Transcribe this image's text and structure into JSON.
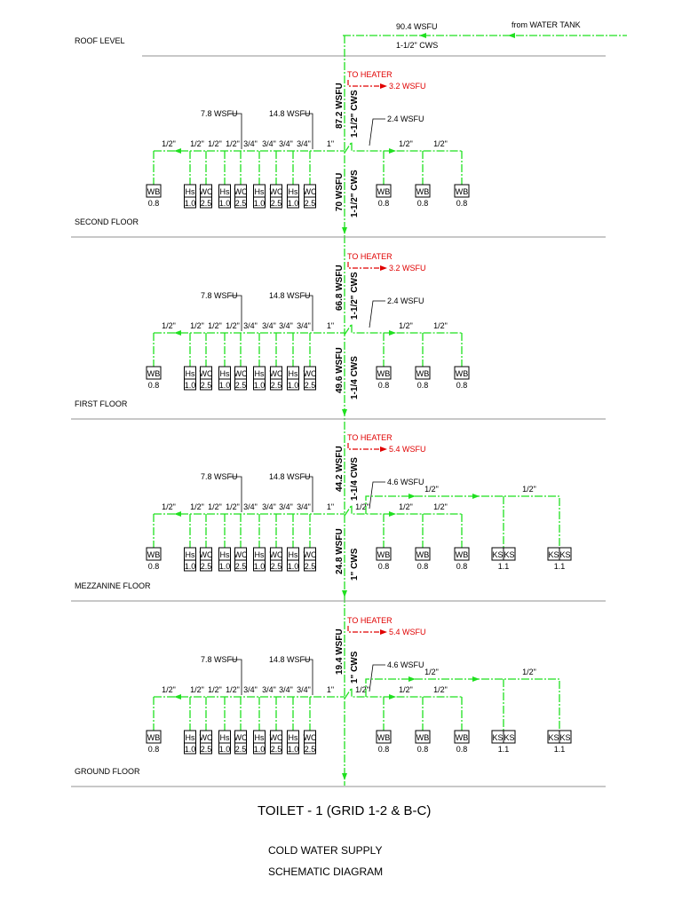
{
  "title": "TOILET - 1 (GRID 1-2 & B-C)",
  "subtitle": [
    "COLD WATER SUPPLY",
    "SCHEMATIC DIAGRAM"
  ],
  "roof": {
    "level_label": "ROOF LEVEL",
    "source_label": "from WATER TANK",
    "load": "90.4 WSFU",
    "pipe": "1-1/2\" CWS"
  },
  "floors": [
    {
      "name": "SECOND FLOOR",
      "riser_up_load": "87.2 WSFU",
      "riser_up_pipe": "1-1/2\" CWS",
      "riser_down_load": "70 WSFU",
      "riser_down_pipe": "1-1/2\" CWS",
      "heater_label": "TO HEATER",
      "heater_load": "3.2 WSFU",
      "left_callout_1": "7.8 WSFU",
      "left_callout_2": "14.8 WSFU",
      "right_callout": "2.4 WSFU",
      "left_sizes": [
        "1/2\"",
        "1/2\"",
        "1/2\"",
        "1/2\"",
        "3/4\"",
        "3/4\"",
        "3/4\"",
        "3/4\"",
        "1\""
      ],
      "left_fixtures": [
        {
          "code": "WB",
          "value": "0.8"
        },
        {
          "code": "Hs",
          "value": "1.0"
        },
        {
          "code": "WC",
          "value": "2.5"
        },
        {
          "code": "Hs",
          "value": "1.0"
        },
        {
          "code": "WC",
          "value": "2.5"
        },
        {
          "code": "Hs",
          "value": "1.0"
        },
        {
          "code": "WC",
          "value": "2.5"
        },
        {
          "code": "Hs",
          "value": "1.0"
        },
        {
          "code": "WC",
          "value": "2.5"
        }
      ],
      "right_sizes": [
        "1/2\"",
        "1/2\"",
        "1/2\""
      ],
      "right_fixtures": [
        {
          "code": "WB",
          "value": "0.8"
        },
        {
          "code": "WB",
          "value": "0.8"
        },
        {
          "code": "WB",
          "value": "0.8"
        }
      ],
      "ks_sizes": [],
      "ks_fixtures": []
    },
    {
      "name": "FIRST FLOOR",
      "riser_up_load": "66.8 WSFU",
      "riser_up_pipe": "1-1/2\" CWS",
      "riser_down_load": "49.6 WSFU",
      "riser_down_pipe": "1-1/4 CWS",
      "heater_label": "TO HEATER",
      "heater_load": "3.2 WSFU",
      "left_callout_1": "7.8 WSFU",
      "left_callout_2": "14.8 WSFU",
      "right_callout": "2.4 WSFU",
      "left_sizes": [
        "1/2\"",
        "1/2\"",
        "1/2\"",
        "1/2\"",
        "3/4\"",
        "3/4\"",
        "3/4\"",
        "3/4\"",
        "1\""
      ],
      "left_fixtures": [
        {
          "code": "WB",
          "value": "0.8"
        },
        {
          "code": "Hs",
          "value": "1.0"
        },
        {
          "code": "WC",
          "value": "2.5"
        },
        {
          "code": "Hs",
          "value": "1.0"
        },
        {
          "code": "WC",
          "value": "2.5"
        },
        {
          "code": "Hs",
          "value": "1.0"
        },
        {
          "code": "WC",
          "value": "2.5"
        },
        {
          "code": "Hs",
          "value": "1.0"
        },
        {
          "code": "WC",
          "value": "2.5"
        }
      ],
      "right_sizes": [
        "1/2\"",
        "1/2\"",
        "1/2\""
      ],
      "right_fixtures": [
        {
          "code": "WB",
          "value": "0.8"
        },
        {
          "code": "WB",
          "value": "0.8"
        },
        {
          "code": "WB",
          "value": "0.8"
        }
      ],
      "ks_sizes": [],
      "ks_fixtures": []
    },
    {
      "name": "MEZZANINE FLOOR",
      "riser_up_load": "44.2 WSFU",
      "riser_up_pipe": "1-1/4 CWS",
      "riser_down_load": "24.8 WSFU",
      "riser_down_pipe": "1\" CWS",
      "heater_label": "TO HEATER",
      "heater_load": "5.4 WSFU",
      "left_callout_1": "7.8 WSFU",
      "left_callout_2": "14.8 WSFU",
      "right_callout": "4.6 WSFU",
      "left_sizes": [
        "1/2\"",
        "1/2\"",
        "1/2\"",
        "1/2\"",
        "3/4\"",
        "3/4\"",
        "3/4\"",
        "3/4\"",
        "1\""
      ],
      "left_fixtures": [
        {
          "code": "WB",
          "value": "0.8"
        },
        {
          "code": "Hs",
          "value": "1.0"
        },
        {
          "code": "WC",
          "value": "2.5"
        },
        {
          "code": "Hs",
          "value": "1.0"
        },
        {
          "code": "WC",
          "value": "2.5"
        },
        {
          "code": "Hs",
          "value": "1.0"
        },
        {
          "code": "WC",
          "value": "2.5"
        },
        {
          "code": "Hs",
          "value": "1.0"
        },
        {
          "code": "WC",
          "value": "2.5"
        }
      ],
      "right_sizes": [
        "1/2\"",
        "1/2\"",
        "1/2\""
      ],
      "right_fixtures": [
        {
          "code": "WB",
          "value": "0.8"
        },
        {
          "code": "WB",
          "value": "0.8"
        },
        {
          "code": "WB",
          "value": "0.8"
        }
      ],
      "ks_sizes": [
        "1/2\"",
        "1/2\""
      ],
      "ks_fixtures": [
        {
          "code1": "KS",
          "code2": "KS",
          "value": "1.1"
        },
        {
          "code1": "KS",
          "code2": "KS",
          "value": "1.1"
        }
      ]
    },
    {
      "name": "GROUND FLOOR",
      "riser_up_load": "19.4 WSFU",
      "riser_up_pipe": "1\" CWS",
      "riser_down_load": "",
      "riser_down_pipe": "",
      "heater_label": "TO HEATER",
      "heater_load": "5.4 WSFU",
      "left_callout_1": "7.8 WSFU",
      "left_callout_2": "14.8 WSFU",
      "right_callout": "4.6 WSFU",
      "left_sizes": [
        "1/2\"",
        "1/2\"",
        "1/2\"",
        "1/2\"",
        "3/4\"",
        "3/4\"",
        "3/4\"",
        "3/4\"",
        "1\""
      ],
      "left_fixtures": [
        {
          "code": "WB",
          "value": "0.8"
        },
        {
          "code": "Hs",
          "value": "1.0"
        },
        {
          "code": "WC",
          "value": "2.5"
        },
        {
          "code": "Hs",
          "value": "1.0"
        },
        {
          "code": "WC",
          "value": "2.5"
        },
        {
          "code": "Hs",
          "value": "1.0"
        },
        {
          "code": "WC",
          "value": "2.5"
        },
        {
          "code": "Hs",
          "value": "1.0"
        },
        {
          "code": "WC",
          "value": "2.5"
        }
      ],
      "right_sizes": [
        "1/2\"",
        "1/2\"",
        "1/2\""
      ],
      "right_fixtures": [
        {
          "code": "WB",
          "value": "0.8"
        },
        {
          "code": "WB",
          "value": "0.8"
        },
        {
          "code": "WB",
          "value": "0.8"
        }
      ],
      "ks_sizes": [
        "1/2\"",
        "1/2\""
      ],
      "ks_fixtures": [
        {
          "code1": "KS",
          "code2": "KS",
          "value": "1.1"
        },
        {
          "code1": "KS",
          "code2": "KS",
          "value": "1.1"
        }
      ]
    }
  ],
  "colors": {
    "pipe": "#1fe01f",
    "heater": "#e00000",
    "floor_line": "#909090",
    "ink": "#000000"
  }
}
